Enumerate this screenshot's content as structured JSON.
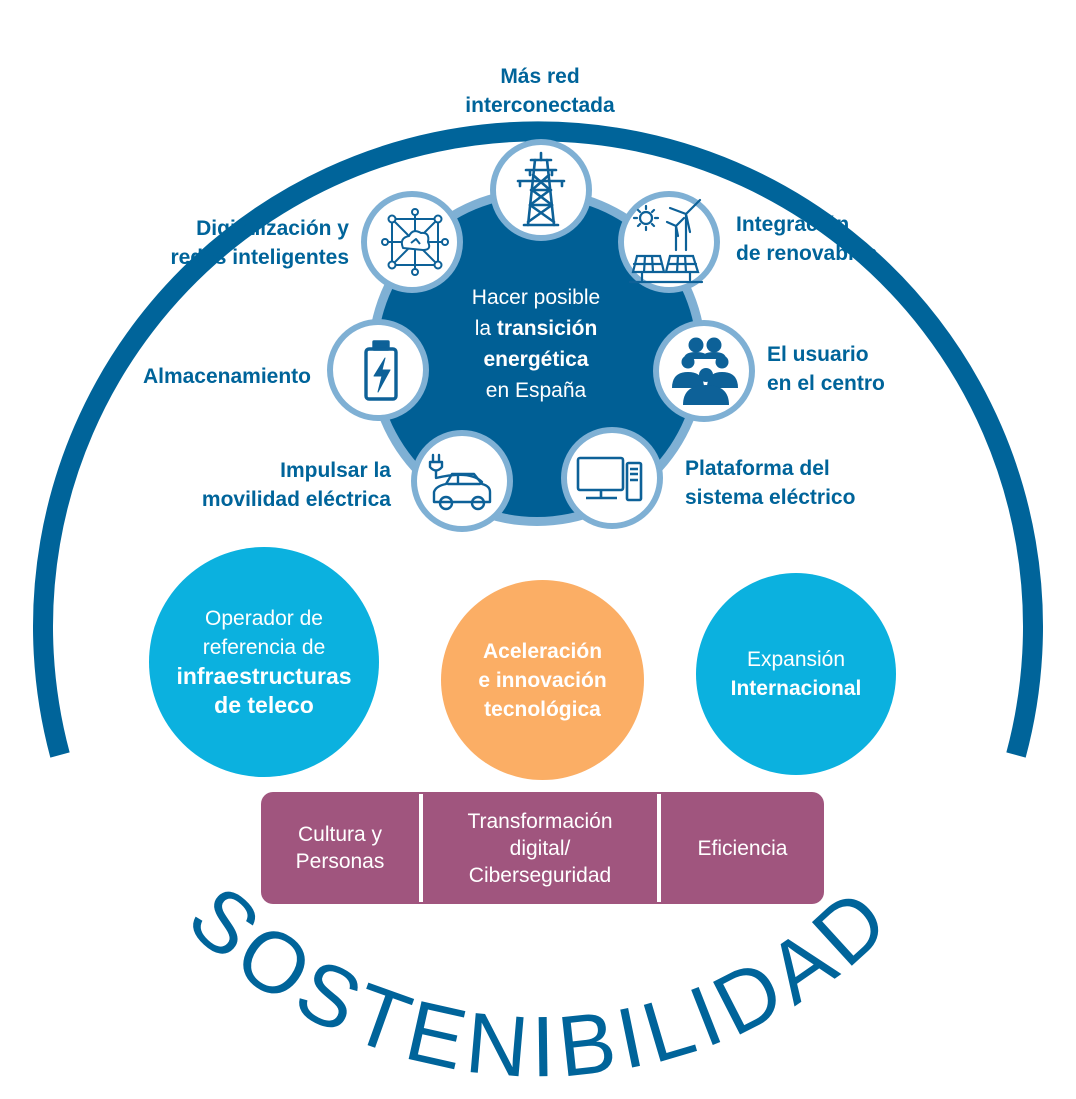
{
  "colors": {
    "arc": "#00649a",
    "hub": "#005f95",
    "ring": "#7fb0d4",
    "pillar_blue": "#0bb1df",
    "pillar_orange": "#fbae65",
    "foundation": "#a0557e",
    "icon": "#0d6198"
  },
  "outer_word": "SOSTENIBILIDAD",
  "hub": {
    "line1": "Hacer posible",
    "line2_prefix": "la",
    "line2_bold": "transición",
    "line3": "energética",
    "line4": "en España"
  },
  "levers": [
    {
      "id": "red",
      "icon": "transmission-tower-icon",
      "lines": [
        "Más red",
        "interconectada"
      ]
    },
    {
      "id": "renovables",
      "icon": "renewables-icon",
      "lines": [
        "Integración",
        "de renovables"
      ]
    },
    {
      "id": "usuario",
      "icon": "people-icon",
      "lines": [
        "El usuario",
        "en el centro"
      ]
    },
    {
      "id": "plataforma",
      "icon": "computer-icon",
      "lines": [
        "Plataforma del",
        "sistema eléctrico"
      ]
    },
    {
      "id": "movilidad",
      "icon": "electric-car-icon",
      "lines": [
        "Impulsar la",
        "movilidad eléctrica"
      ]
    },
    {
      "id": "almacenamiento",
      "icon": "battery-icon",
      "lines": [
        "Almacenamiento"
      ]
    },
    {
      "id": "digitalizacion",
      "icon": "smart-grid-icon",
      "lines": [
        "Digitalización y",
        "redes inteligentes"
      ]
    }
  ],
  "pillars": {
    "teleco": {
      "line1": "Operador de",
      "line2": "referencia de",
      "line3": "infraestructuras",
      "line4": "de teleco"
    },
    "innovacion": {
      "line1": "Aceleración",
      "line2": "e innovación",
      "line3": "tecnológica"
    },
    "internacional": {
      "line1": "Expansión",
      "line2": "Internacional"
    }
  },
  "foundation": {
    "cultura": [
      "Cultura y",
      "Personas"
    ],
    "digital": [
      "Transformación",
      "digital/",
      "Ciberseguridad"
    ],
    "eficiencia": [
      "Eficiencia"
    ]
  }
}
